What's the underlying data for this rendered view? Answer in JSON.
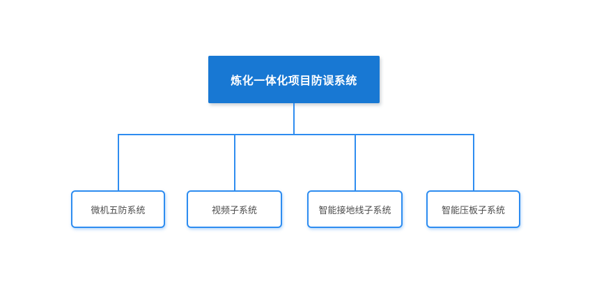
{
  "diagram": {
    "type": "org-chart",
    "root": {
      "label": "炼化一体化项目防误系统"
    },
    "children": [
      {
        "label": "微机五防系统"
      },
      {
        "label": "视频子系统"
      },
      {
        "label": "智能接地线子系统"
      },
      {
        "label": "智能压板子系统"
      }
    ],
    "colors": {
      "background": "#ffffff",
      "root_fill": "#1878d3",
      "root_text": "#ffffff",
      "connector_line": "#2d8cf0",
      "child_border": "#2d8cf0",
      "child_fill": "#ffffff",
      "child_text": "#4c4c4c"
    }
  }
}
